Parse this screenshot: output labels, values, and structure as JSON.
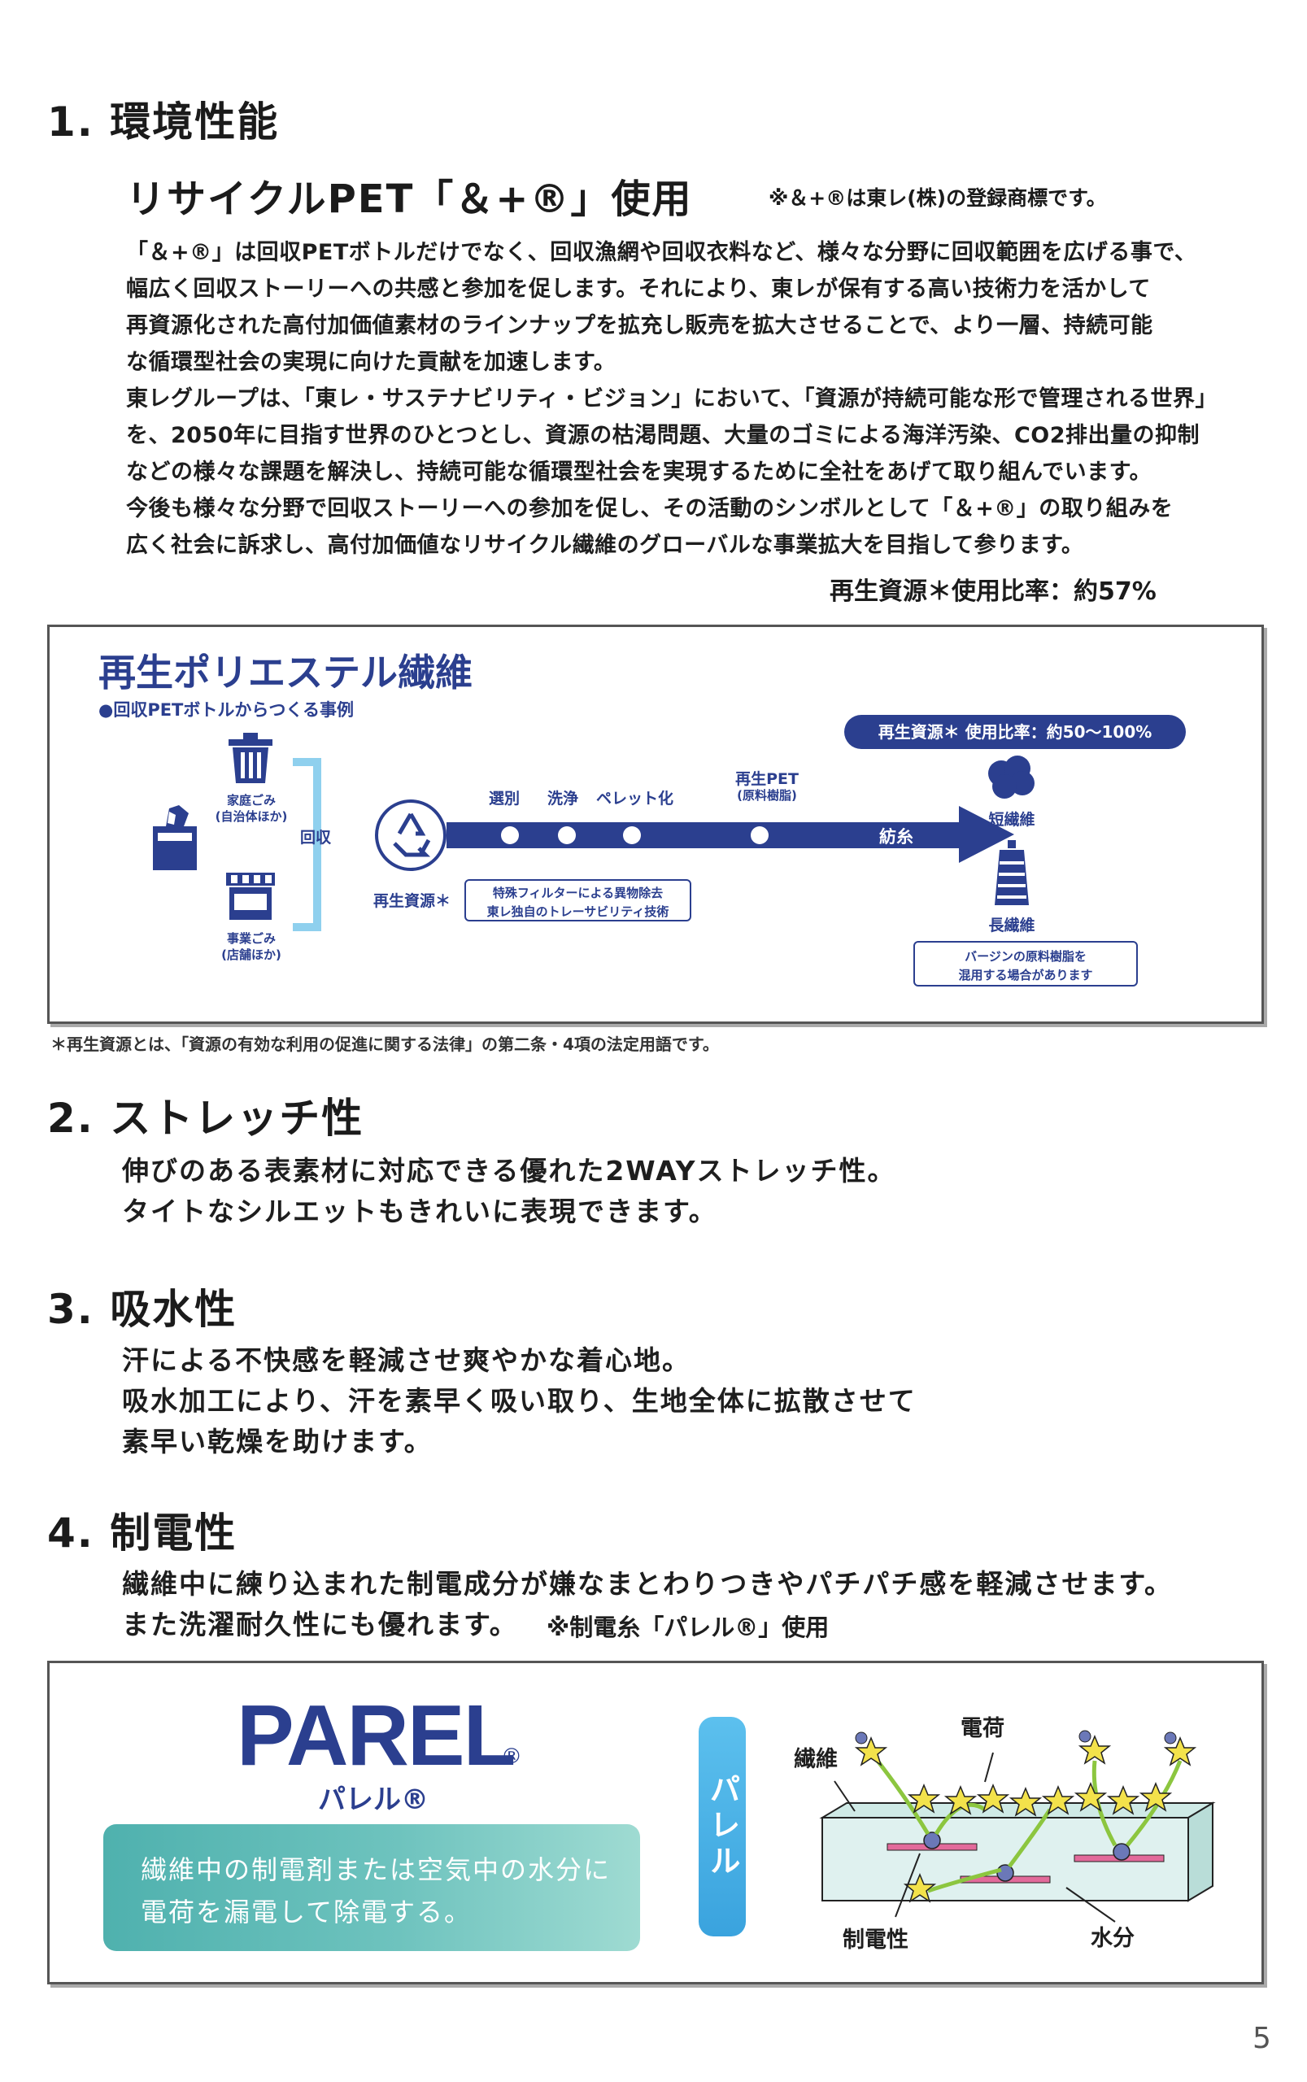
{
  "section1": {
    "heading": "1. 環境性能",
    "subheading": "リサイクルPET「＆+®」使用",
    "trademark_note": "※＆+®は東レ(株)の登録商標です。",
    "paragraph_lines": [
      "「＆+®」は回収PETボトルだけでなく、回収漁網や回収衣料など、様々な分野に回収範囲を広げる事で、",
      "幅広く回収ストーリーへの共感と参加を促します。それにより、東レが保有する高い技術力を活かして",
      "再資源化された高付加価値素材のラインナップを拡充し販売を拡大させることで、より一層、持続可能",
      "な循環型社会の実現に向けた貢献を加速します。",
      "東レグループは、「東レ・サステナビリティ・ビジョン」において、「資源が持続可能な形で管理される世界」",
      "を、2050年に目指す世界のひとつとし、資源の枯渇問題、大量のゴミによる海洋汚染、CO2排出量の抑制",
      "などの様々な課題を解決し、持続可能な循環型社会を実現するために全社をあげて取り組んでいます。",
      "今後も様々な分野で回収ストーリーへの参加を促し、その活動のシンボルとして「＆+®」の取り組みを",
      "広く社会に訴求し、高付加価値なリサイクル繊維のグローバルな事業拡大を目指して参ります。"
    ],
    "usage_rate": "再生資源＊使用比率：約57%"
  },
  "recycle_box": {
    "title": "再生ポリエステル繊維",
    "subtitle": "●回収PETボトルからつくる事例",
    "rate_pill": "再生資源＊ 使用比率：約50～100%",
    "household_waste": "家庭ごみ",
    "household_waste_sub": "(自治体ほか)",
    "business_waste": "事業ごみ",
    "business_waste_sub": "(店舗ほか)",
    "collection": "回収",
    "recycled_resource": "再生資源＊",
    "step_sorting": "選別",
    "step_washing": "洗浄",
    "step_pellet": "ペレット化",
    "recycled_pet": "再生PET",
    "recycled_pet_sub": "(原料樹脂)",
    "spinning": "紡糸",
    "staple_fiber": "短繊維",
    "filament": "長繊維",
    "filter_note_1": "特殊フィルターによる異物除去",
    "filter_note_2": "東レ独自のトレーサビリティ技術",
    "virgin_note_1": "バージンの原料樹脂を",
    "virgin_note_2": "混用する場合があります"
  },
  "footnote": "＊再生資源とは、「資源の有効な利用の促進に関する法律」の第二条・4項の法定用語です。",
  "section2": {
    "heading": "2. ストレッチ性",
    "lines": [
      "伸びのある表素材に対応できる優れた2WAYストレッチ性。",
      "タイトなシルエットもきれいに表現できます。"
    ]
  },
  "section3": {
    "heading": "3. 吸水性",
    "lines": [
      "汗による不快感を軽減させ爽やかな着心地。",
      "吸水加工により、汗を素早く吸い取り、生地全体に拡散させて",
      "素早い乾燥を助けます。"
    ]
  },
  "section4": {
    "heading": "4. 制電性",
    "lines": [
      "繊維中に練り込まれた制電成分が嫌なまとわりつきやパチパチ感を軽減させます。",
      "また洗濯耐久性にも優れます。"
    ],
    "note": "※制電糸「パレル®」使用"
  },
  "parel_box": {
    "logo": "PAREL",
    "logo_reg": "®",
    "logo_kana": "パレル®",
    "desc_lines": [
      "繊維中の制電剤または空気中の水分に",
      "電荷を漏電して除電する。"
    ],
    "vertical_label": "パレル",
    "label_fiber": "繊維",
    "label_charge": "電荷",
    "label_antistatic": "制電性",
    "label_moisture": "水分"
  },
  "page_number": "5",
  "colors": {
    "navy": "#2b3f8f",
    "teal": "#4aa9a8",
    "light_blue": "#5bb8e8",
    "pink": "#e26a9a",
    "green": "#8cc63f",
    "star": "#f3e24b"
  }
}
